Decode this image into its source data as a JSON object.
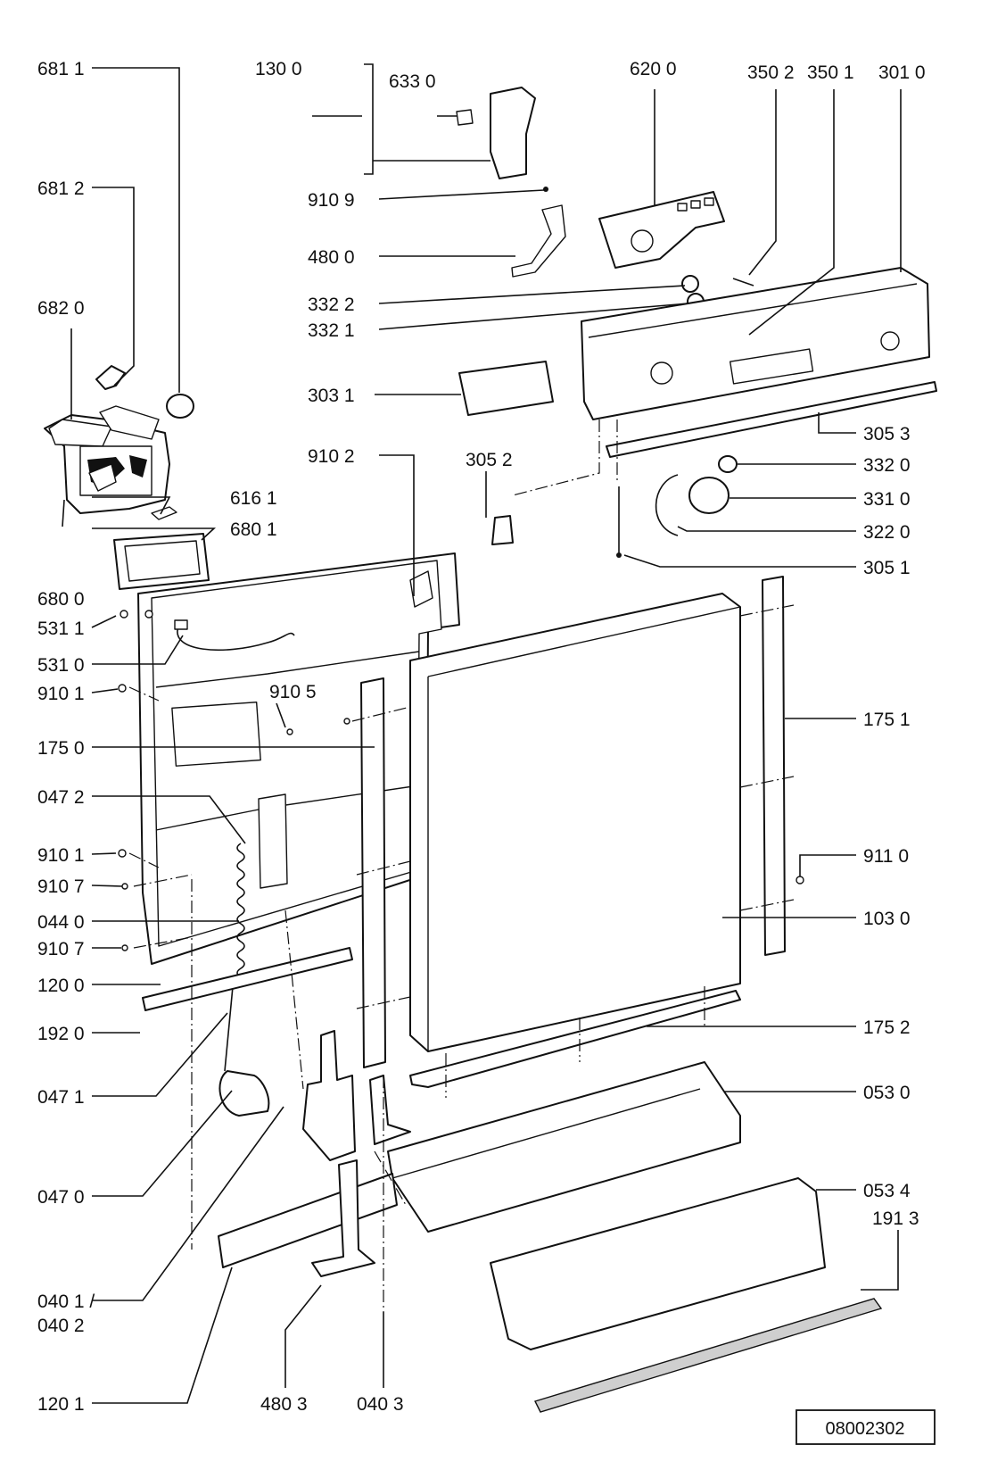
{
  "labels": [
    {
      "id": "681-1",
      "text": "681 1"
    },
    {
      "id": "681-2",
      "text": "681 2"
    },
    {
      "id": "682-0",
      "text": "682 0"
    },
    {
      "id": "680-0",
      "text": "680 0"
    },
    {
      "id": "616-1",
      "text": "616 1"
    },
    {
      "id": "680-1",
      "text": "680 1"
    },
    {
      "id": "531-1",
      "text": "531 1"
    },
    {
      "id": "531-0",
      "text": "531 0"
    },
    {
      "id": "910-1a",
      "text": "910 1"
    },
    {
      "id": "910-5",
      "text": "910 5"
    },
    {
      "id": "175-0",
      "text": "175 0"
    },
    {
      "id": "047-2",
      "text": "047 2"
    },
    {
      "id": "910-1b",
      "text": "910 1"
    },
    {
      "id": "910-7a",
      "text": "910 7"
    },
    {
      "id": "044-0",
      "text": "044 0"
    },
    {
      "id": "910-7b",
      "text": "910 7"
    },
    {
      "id": "120-0",
      "text": "120 0"
    },
    {
      "id": "192-0",
      "text": "192 0"
    },
    {
      "id": "047-1",
      "text": "047 1"
    },
    {
      "id": "047-0",
      "text": "047 0"
    },
    {
      "id": "040-1",
      "text": "040 1 /"
    },
    {
      "id": "040-2",
      "text": "040 2"
    },
    {
      "id": "120-1",
      "text": "120 1"
    },
    {
      "id": "480-3",
      "text": "480 3"
    },
    {
      "id": "040-3",
      "text": "040 3"
    },
    {
      "id": "130-0",
      "text": "130 0"
    },
    {
      "id": "633-0",
      "text": "633 0"
    },
    {
      "id": "910-9",
      "text": "910 9"
    },
    {
      "id": "480-0",
      "text": "480 0"
    },
    {
      "id": "332-2",
      "text": "332 2"
    },
    {
      "id": "332-1",
      "text": "332 1"
    },
    {
      "id": "303-1",
      "text": "303 1"
    },
    {
      "id": "910-2",
      "text": "910 2"
    },
    {
      "id": "305-2",
      "text": "305 2"
    },
    {
      "id": "620-0",
      "text": "620 0"
    },
    {
      "id": "350-2",
      "text": "350 2"
    },
    {
      "id": "350-1",
      "text": "350 1"
    },
    {
      "id": "301-0",
      "text": "301 0"
    },
    {
      "id": "305-3",
      "text": "305 3"
    },
    {
      "id": "332-0",
      "text": "332 0"
    },
    {
      "id": "331-0",
      "text": "331 0"
    },
    {
      "id": "322-0",
      "text": "322 0"
    },
    {
      "id": "305-1",
      "text": "305 1"
    },
    {
      "id": "175-1",
      "text": "175 1"
    },
    {
      "id": "911-0",
      "text": "911 0"
    },
    {
      "id": "103-0",
      "text": "103 0"
    },
    {
      "id": "175-2",
      "text": "175 2"
    },
    {
      "id": "053-0",
      "text": "053 0"
    },
    {
      "id": "053-4",
      "text": "053 4"
    },
    {
      "id": "191-3",
      "text": "191 3"
    }
  ],
  "reference_box": {
    "text": "08002302"
  }
}
